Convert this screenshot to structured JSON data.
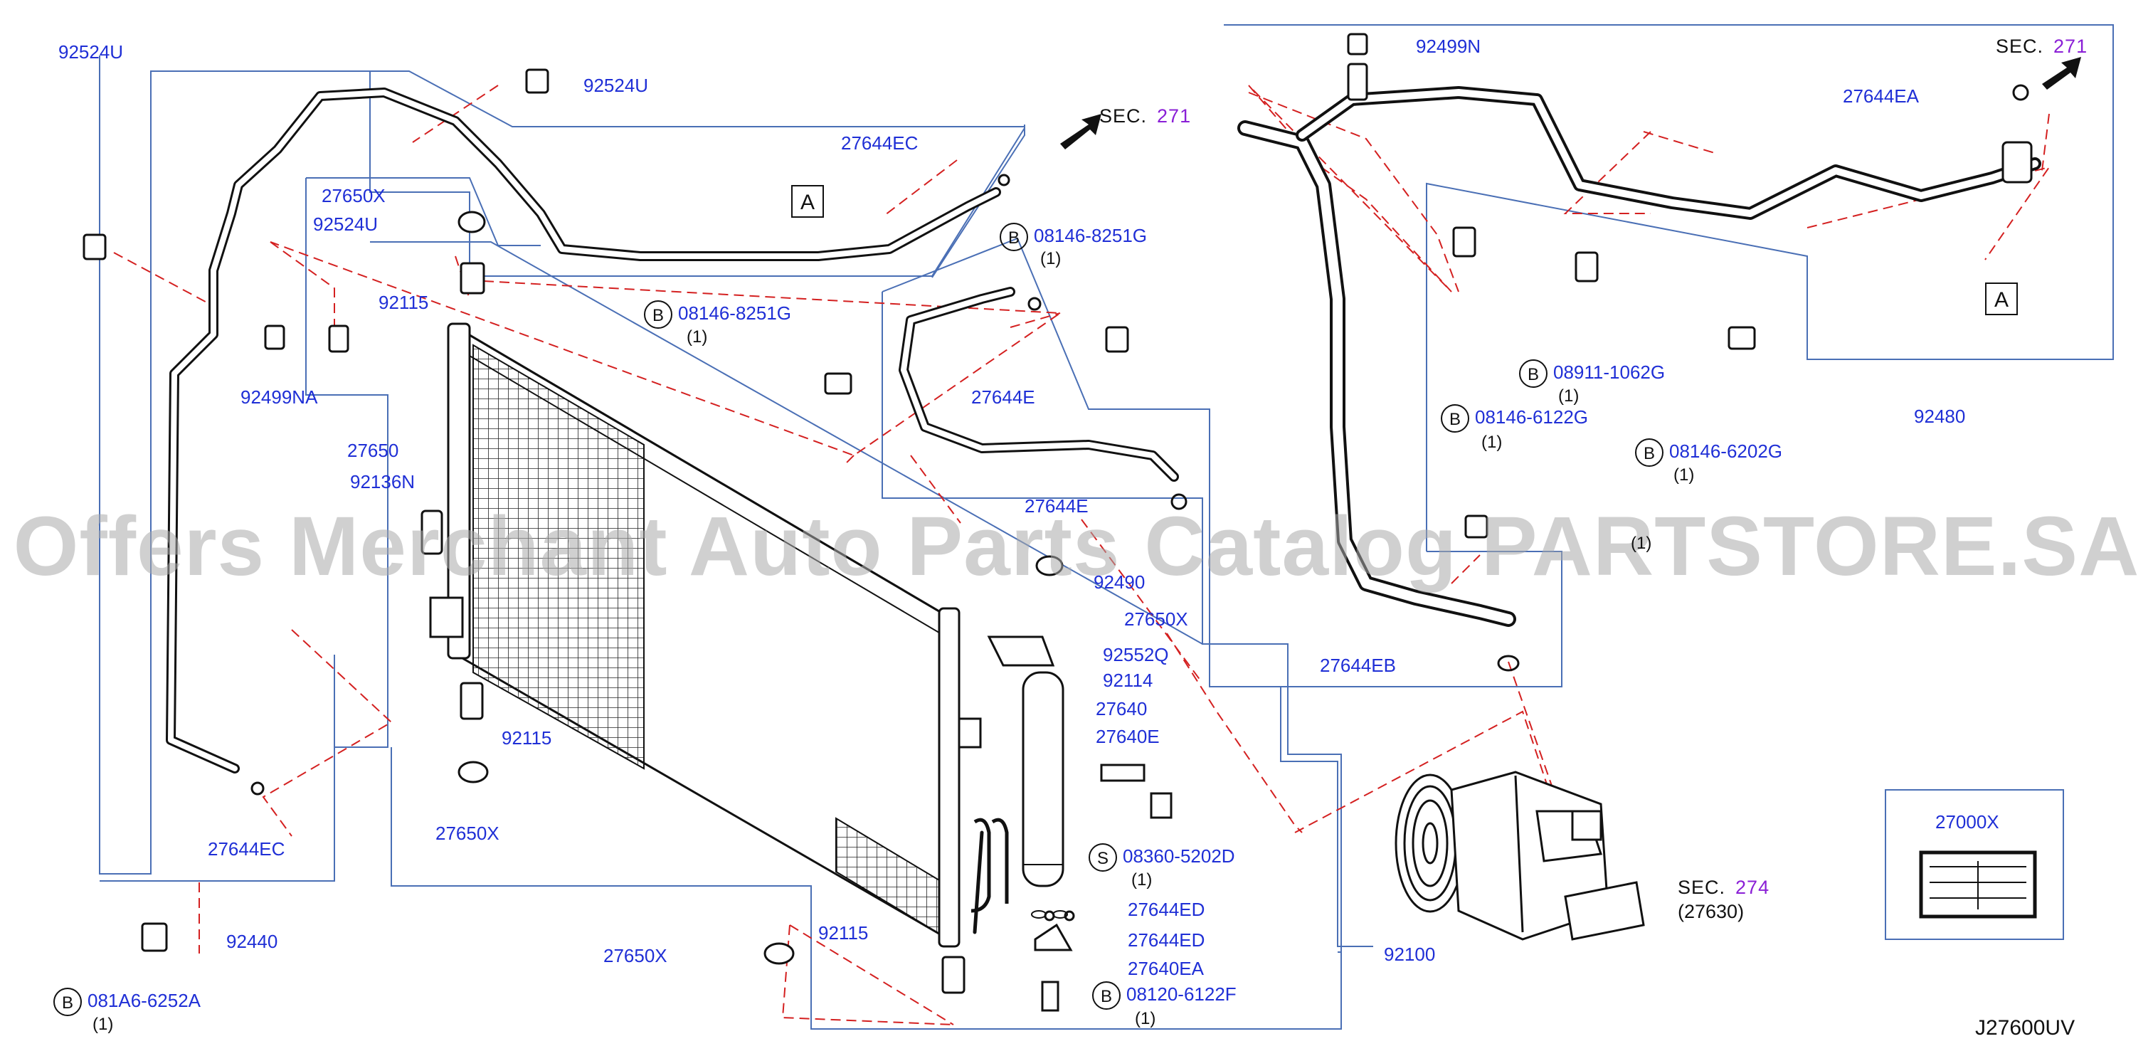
{
  "diagram": {
    "id": "J27600UV",
    "watermark": "Offers Merchant Auto Parts Catalog PARTSTORE.SA",
    "colors": {
      "label": "#1f2fd6",
      "section_number": "#8a1fd6",
      "leader": "#d42020",
      "frame": "#4a6fb5",
      "line": "#111111"
    },
    "callouts": {
      "a_left": "A",
      "a_right": "A",
      "sec_271_left": {
        "text": "SEC.",
        "num": "271"
      },
      "sec_271_right": {
        "text": "SEC.",
        "num": "271"
      },
      "sec_274": {
        "text": "SEC.",
        "num": "274",
        "sub": "(27630)"
      }
    },
    "bolt_prefix": "B",
    "screw_prefix": "S",
    "parts": {
      "p92524u_left": "92524U",
      "p92524u_top": "92524U",
      "p92524u_mid": "92524U",
      "p27650x_top": "27650X",
      "p92115_top": "92115",
      "p92499na": "92499NA",
      "p27650": "27650",
      "p92136n": "92136N",
      "p27644ec_top": "27644EC",
      "p27644ec_bottom": "27644EC",
      "b08146_8251g_mid": "08146-8251G",
      "b08146_8251g_mid_qty": "(1)",
      "b08146_8251g_right": "08146-8251G",
      "b08146_8251g_right_qty": "(1)",
      "p27644e_top": "27644E",
      "p27644e_bottom": "27644E",
      "p92490": "92490",
      "p27650x_mid": "27650X",
      "p92552q": "92552Q",
      "p92114": "92114",
      "p27640": "27640",
      "p27640e": "27640E",
      "s08360_5202d": "08360-5202D",
      "s08360_5202d_qty": "(1)",
      "p92115_mid": "92115",
      "p27650x_left": "27650X",
      "p92115_bottom": "92115",
      "p27644ed_1": "27644ED",
      "p27644ed_2": "27644ED",
      "p27640ea": "27640EA",
      "b08120_6122f": "08120-6122F",
      "b08120_6122f_qty": "(1)",
      "p27650x_bottom": "27650X",
      "p92440": "92440",
      "b081a6_6252a": "081A6-6252A",
      "b081a6_6252a_qty": "(1)",
      "p92100": "92100",
      "p92499n": "92499N",
      "p27644ea": "27644EA",
      "b08911_1062g": "08911-1062G",
      "b08911_1062g_qty": "(1)",
      "b08146_6122g": "08146-6122G",
      "b08146_6122g_qty": "(1)",
      "b08146_6202g": "08146-6202G",
      "b08146_6202g_qty": "(1)",
      "p92480": "92480",
      "p27644eb": "27644EB",
      "p27000x": "27000X",
      "obscured_qty": "(1)"
    }
  }
}
